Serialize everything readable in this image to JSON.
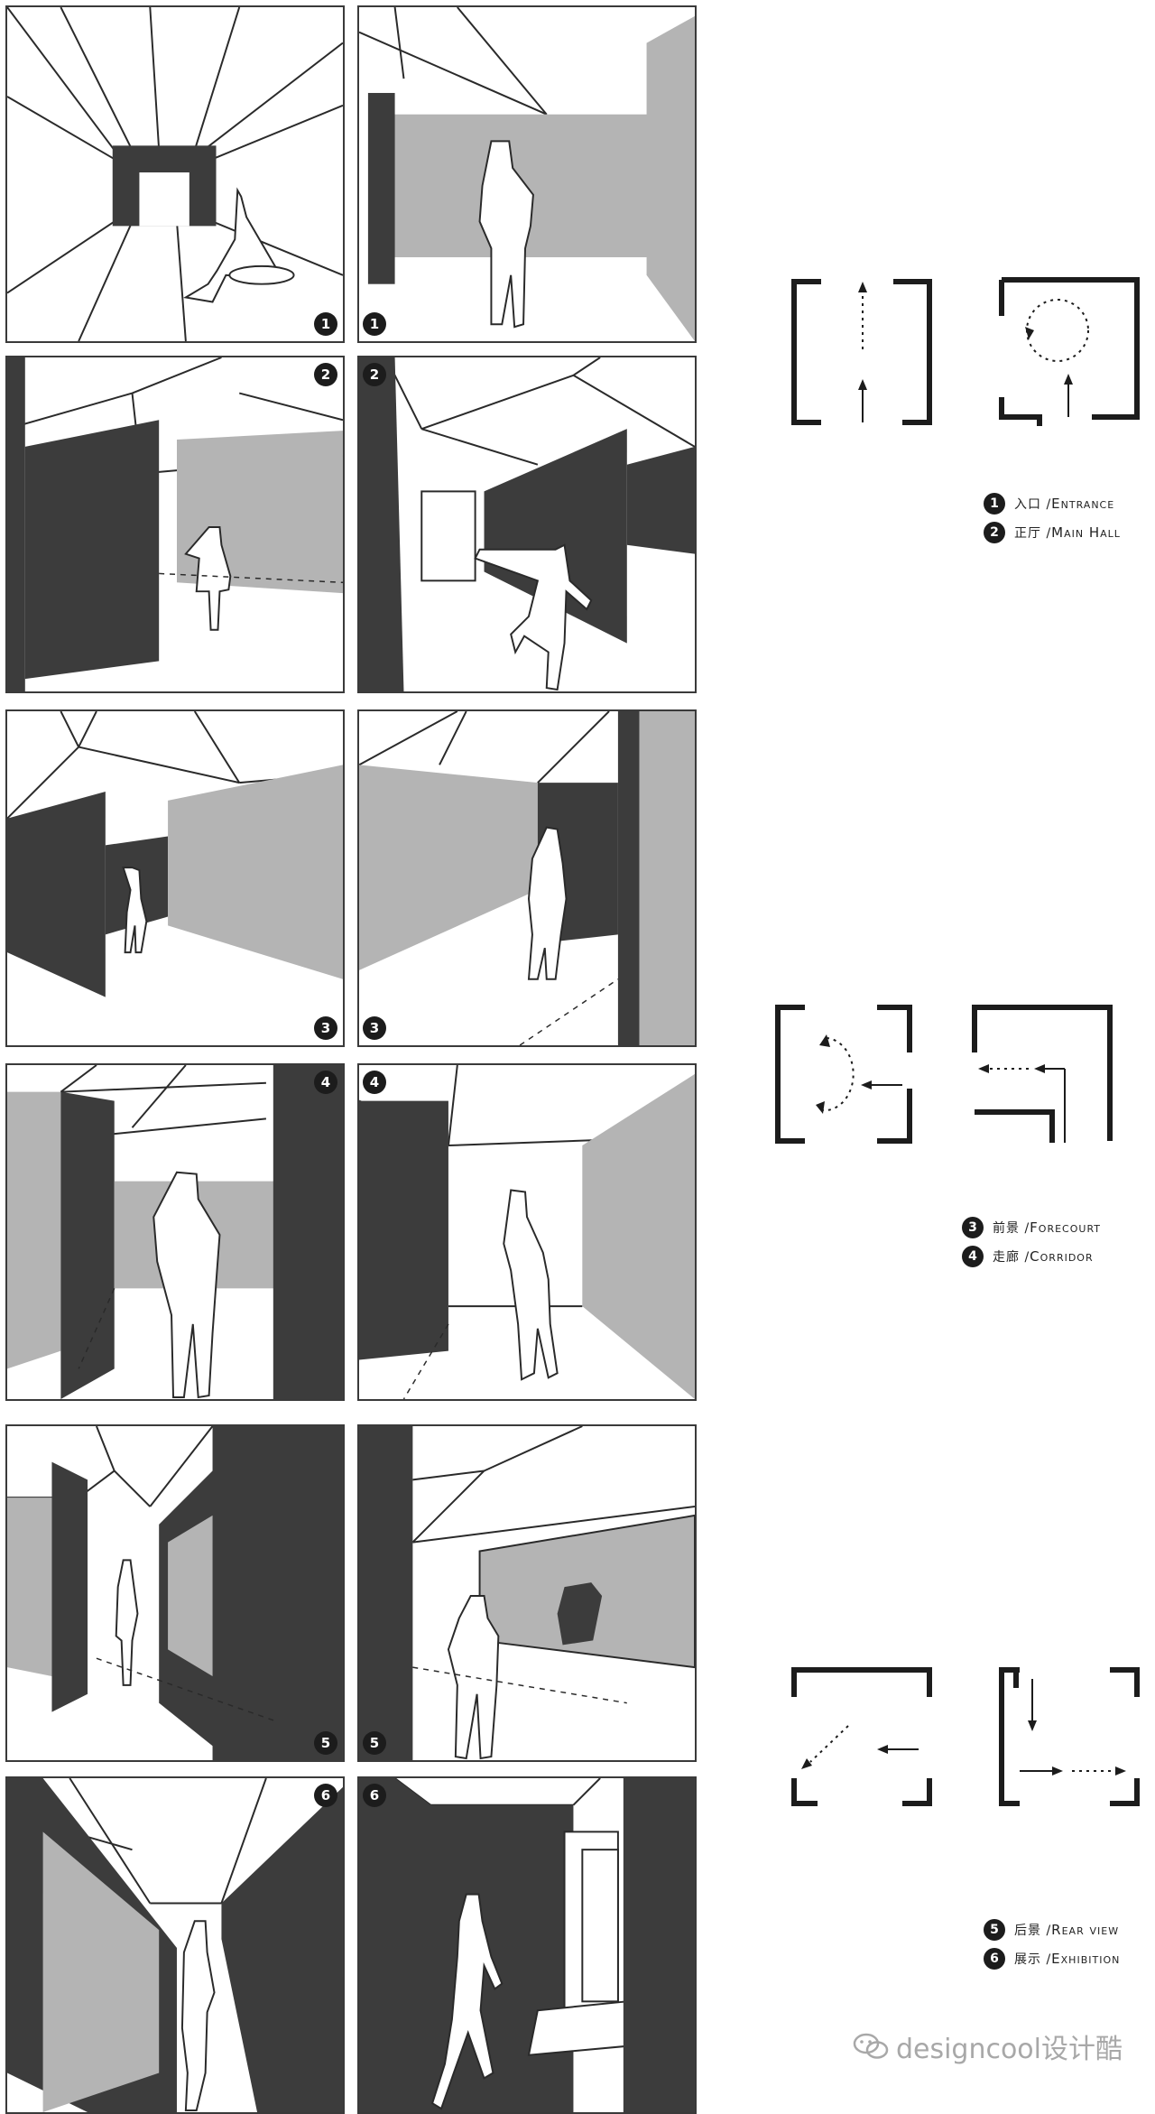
{
  "panels": [
    {
      "badge": "1"
    },
    {
      "badge": "1"
    },
    {
      "badge": "2"
    },
    {
      "badge": "2"
    },
    {
      "badge": "3"
    },
    {
      "badge": "3"
    },
    {
      "badge": "4"
    },
    {
      "badge": "4"
    },
    {
      "badge": "5"
    },
    {
      "badge": "5"
    },
    {
      "badge": "6"
    },
    {
      "badge": "6"
    }
  ],
  "legend": [
    {
      "num": "1",
      "zh": "入口",
      "en": "Entrance"
    },
    {
      "num": "2",
      "zh": "正厅",
      "en": "Main Hall"
    },
    {
      "num": "3",
      "zh": "前景",
      "en": "Forecourt"
    },
    {
      "num": "4",
      "zh": "走廊",
      "en": "Corridor"
    },
    {
      "num": "5",
      "zh": "后景",
      "en": "Rear view"
    },
    {
      "num": "6",
      "zh": "展示",
      "en": "Exhibition"
    }
  ],
  "watermark": {
    "text": "designcool设计酷"
  },
  "colors": {
    "dark": "#3c3c3c",
    "mid": "#b4b4b4",
    "line": "#2a2a2a"
  }
}
